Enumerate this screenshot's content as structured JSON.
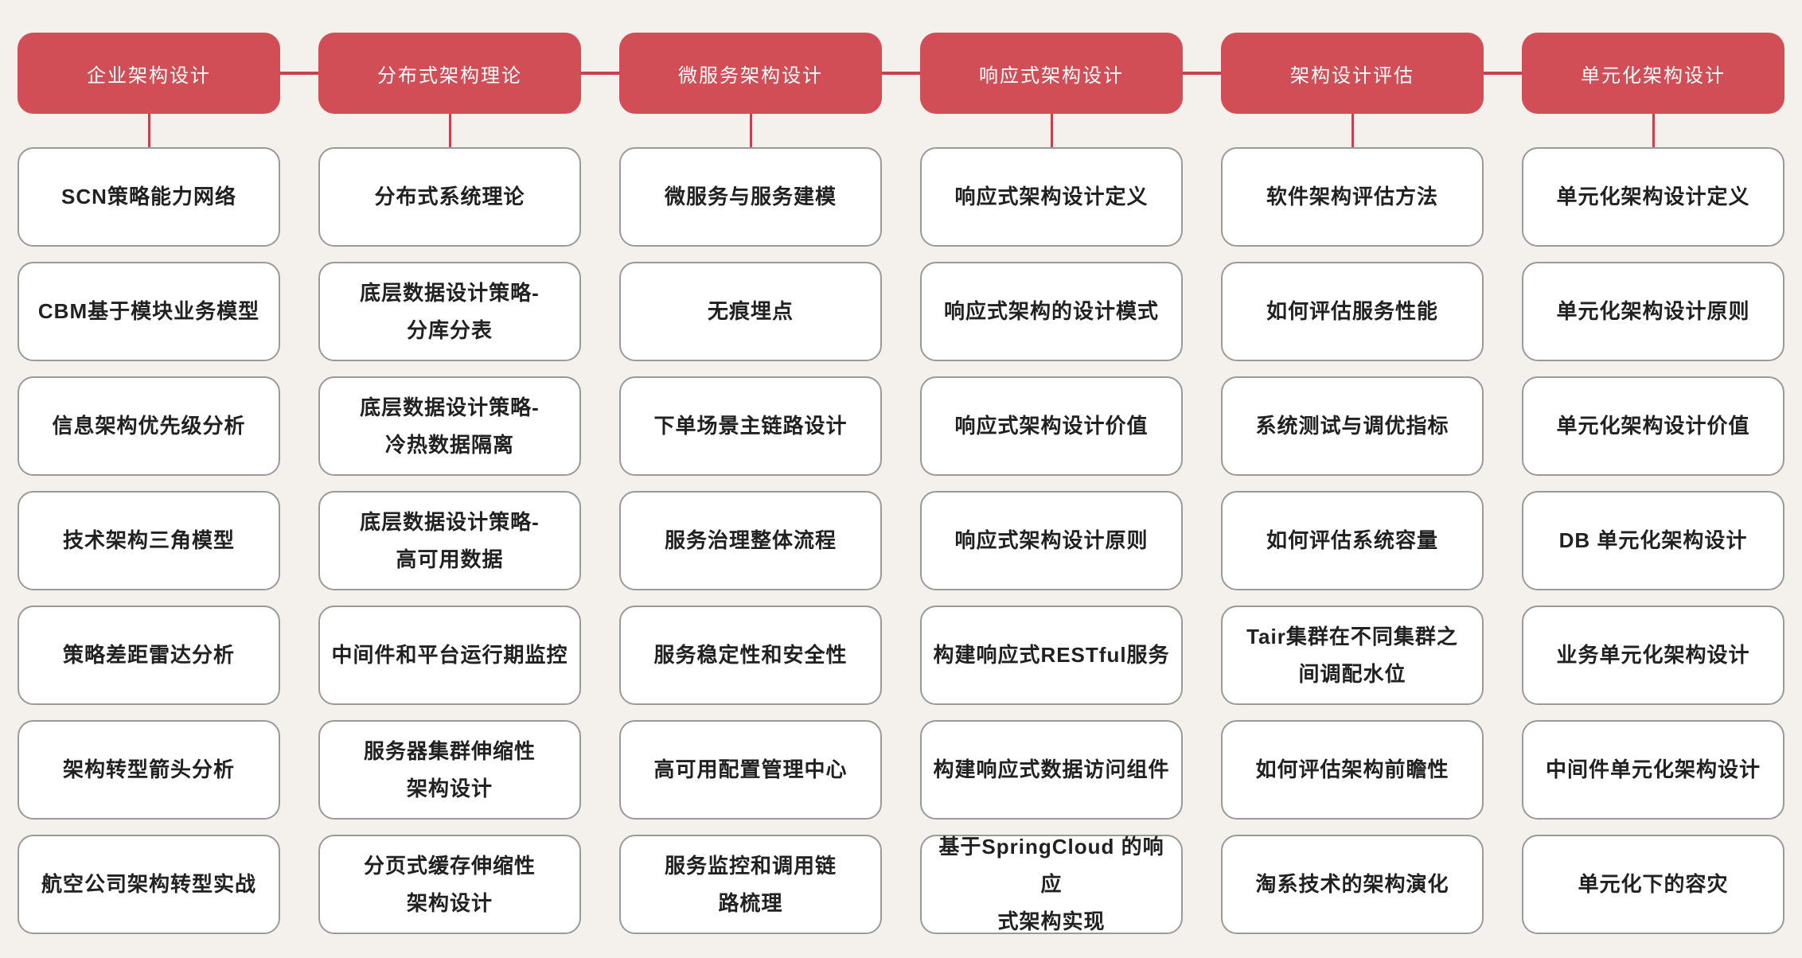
{
  "colors": {
    "page_bg": "#f4f0ec",
    "header_bg": "#d24e56",
    "header_text": "#ffffff",
    "connector_line": "#c5424c",
    "card_bg": "#ffffff",
    "card_border": "#9a9a9a",
    "card_text": "#212121"
  },
  "columns": [
    {
      "header": "企业架构设计",
      "cards": [
        "SCN策略能力网络",
        "CBM基于模块业务模型",
        "信息架构优先级分析",
        "技术架构三角模型",
        "策略差距雷达分析",
        "架构转型箭头分析",
        "航空公司架构转型实战"
      ]
    },
    {
      "header": "分布式架构理论",
      "cards": [
        "分布式系统理论",
        "底层数据设计策略-\n分库分表",
        "底层数据设计策略-\n冷热数据隔离",
        "底层数据设计策略-\n高可用数据",
        "中间件和平台运行期监控",
        "服务器集群伸缩性\n架构设计",
        "分页式缓存伸缩性\n架构设计"
      ]
    },
    {
      "header": "微服务架构设计",
      "cards": [
        "微服务与服务建模",
        "无痕埋点",
        "下单场景主链路设计",
        "服务治理整体流程",
        "服务稳定性和安全性",
        "高可用配置管理中心",
        "服务监控和调用链\n路梳理"
      ]
    },
    {
      "header": "响应式架构设计",
      "cards": [
        "响应式架构设计定义",
        "响应式架构的设计模式",
        "响应式架构设计价值",
        "响应式架构设计原则",
        "构建响应式RESTful服务",
        "构建响应式数据访问组件",
        "基于SpringCloud 的响应\n式架构实现"
      ]
    },
    {
      "header": "架构设计评估",
      "cards": [
        "软件架构评估方法",
        "如何评估服务性能",
        "系统测试与调优指标",
        "如何评估系统容量",
        "Tair集群在不同集群之\n间调配水位",
        "如何评估架构前瞻性",
        "淘系技术的架构演化"
      ]
    },
    {
      "header": "单元化架构设计",
      "cards": [
        "单元化架构设计定义",
        "单元化架构设计原则",
        "单元化架构设计价值",
        "DB 单元化架构设计",
        "业务单元化架构设计",
        "中间件单元化架构设计",
        "单元化下的容灾"
      ]
    }
  ]
}
